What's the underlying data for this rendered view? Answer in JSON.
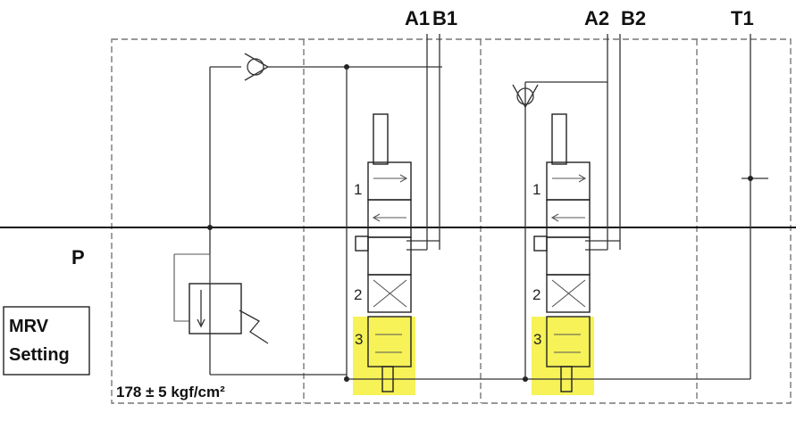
{
  "ports": {
    "a1": "A1",
    "b1": "B1",
    "a2": "A2",
    "b2": "B2",
    "t1": "T1",
    "p": "P"
  },
  "spool_positions": {
    "s1_pos1": "1",
    "s1_pos2": "2",
    "s1_pos3": "3",
    "s2_pos1": "1",
    "s2_pos2": "2",
    "s2_pos3": "3"
  },
  "mrv": {
    "line1": "MRV",
    "line2": "Setting",
    "value": "178 ± 5 kgf/cm²"
  },
  "colors": {
    "highlight": "#f4f03a",
    "line": "#333333"
  }
}
